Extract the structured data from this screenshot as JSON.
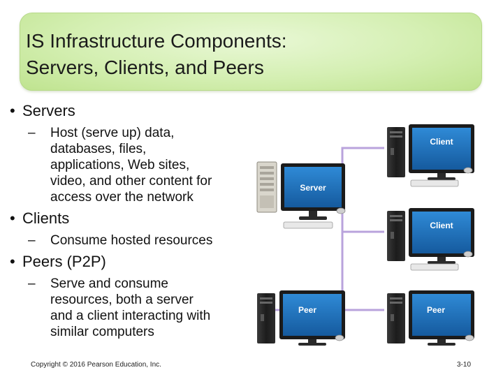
{
  "slide": {
    "title_line1": "IS Infrastructure Components:",
    "title_line2": "Servers, Clients, and Peers",
    "bullets": [
      {
        "label": "Servers",
        "sub": [
          "Host (serve up) data,",
          "databases, files,",
          "applications, Web sites,",
          "video, and other content for",
          "access over the network"
        ]
      },
      {
        "label": "Clients",
        "sub": [
          "Consume hosted resources"
        ]
      },
      {
        "label": "Peers (P2P)",
        "sub": [
          "Serve and consume",
          "resources, both a server",
          "and a client interacting with",
          "similar computers"
        ]
      }
    ],
    "bullet_glyph": "•",
    "dash_glyph": "–"
  },
  "diagram": {
    "server_label": "Server",
    "client_labels": [
      "Client",
      "Client"
    ],
    "peer_labels": [
      "Peer",
      "Peer"
    ],
    "connector_color": "#b9a3dc",
    "screen_color": "#1f6fbf"
  },
  "footer": {
    "copyright": "Copyright © 2016 Pearson Education, Inc.",
    "page": "3-10"
  }
}
